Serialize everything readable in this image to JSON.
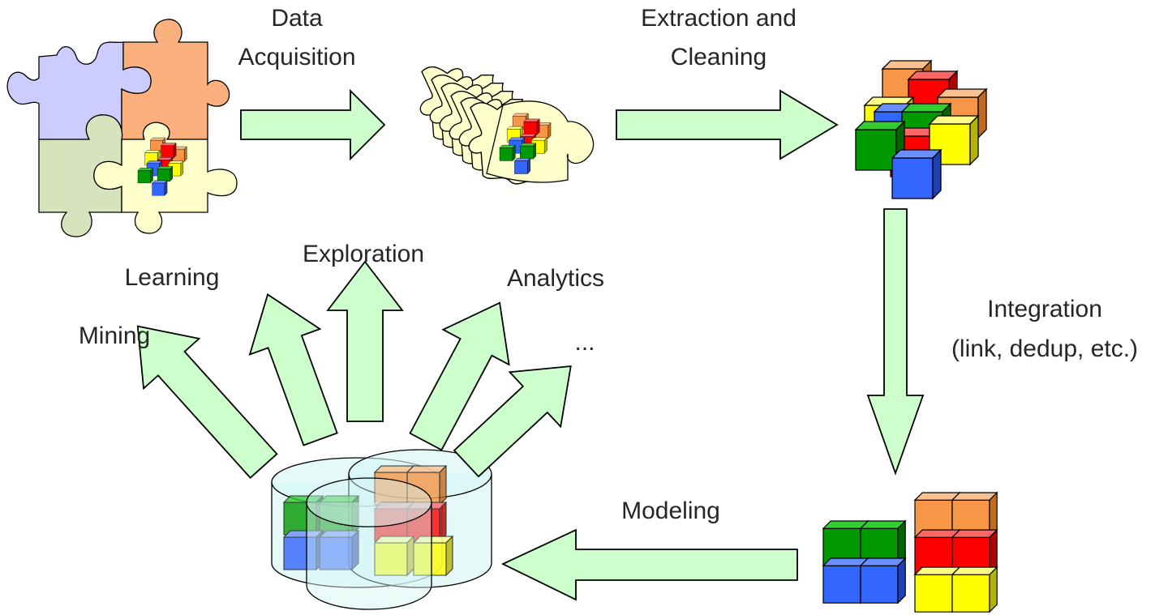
{
  "labels": {
    "data_acquisition_1": "Data",
    "data_acquisition_2": "Acquisition",
    "extraction_1": "Extraction and",
    "extraction_2": "Cleaning",
    "integration_1": "Integration",
    "integration_2": "(link, dedup, etc.)",
    "modeling": "Modeling",
    "mining": "Mining",
    "learning": "Learning",
    "exploration": "Exploration",
    "analytics": "Analytics",
    "ellipsis": "..."
  },
  "colors": {
    "arrow_fill": "#ccffcc",
    "orange": "#f79646",
    "red": "#ff0000",
    "green": "#009900",
    "blue": "#3366ff",
    "yellow": "#ffff00",
    "puzzle_purple": "#ccccff",
    "puzzle_orange": "#fbb07d",
    "puzzle_green": "#d6e3bc",
    "puzzle_cream": "#ffffcc",
    "cylinder_fill": "#d6f5f5"
  }
}
